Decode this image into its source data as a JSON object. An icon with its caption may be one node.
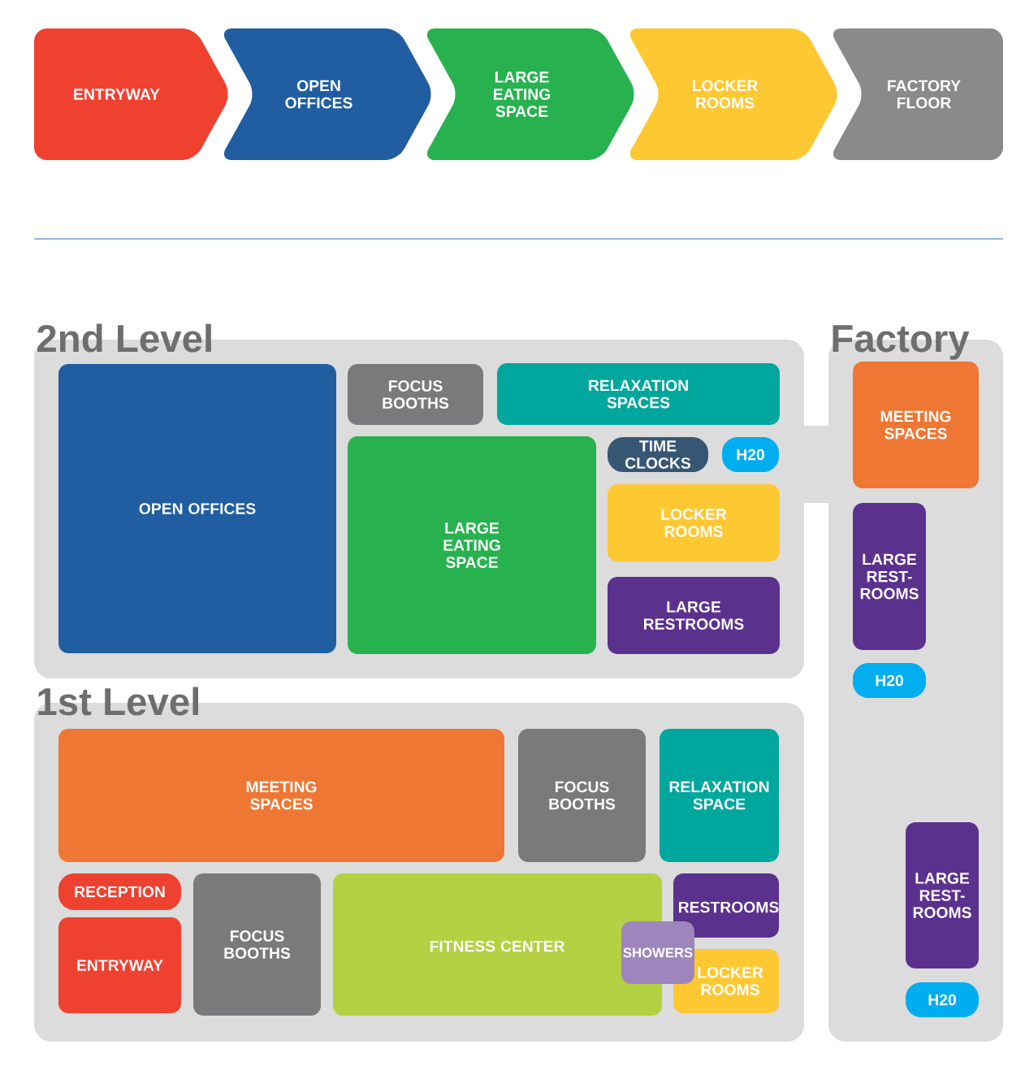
{
  "diagram": {
    "nodes": [
      {
        "text": [
          "ENTRYWAY"
        ]
      },
      {
        "text": [
          "OPEN OFFICES"
        ]
      },
      {
        "text": [
          "LARGE EATING SPACE"
        ]
      },
      {
        "text": [
          "LOCKER ROOMS"
        ]
      },
      {
        "text": [
          "FACTORY FLOOR"
        ]
      },
      {
        "text": [
          "2nd Level"
        ]
      },
      {
        "text": [
          "OPEN OFFICES"
        ],
        "in": 5
      },
      {
        "text": [
          "FOCUS BOOTHS"
        ],
        "in": 5
      },
      {
        "text": [
          "RELAXATION SPACES"
        ],
        "in": 5
      },
      {
        "text": [
          "LARGE EATING SPACE"
        ],
        "in": 5
      },
      {
        "text": [
          "TIME CLOCKS"
        ],
        "in": 5
      },
      {
        "text": [
          "H20"
        ],
        "in": 5
      },
      {
        "text": [
          "LOCKER ROOMS"
        ],
        "in": 5
      },
      {
        "text": [
          "LARGE RESTROOMS"
        ],
        "in": 5
      },
      {
        "text": [
          "Factory"
        ]
      },
      {
        "text": [
          "MEETING SPACES"
        ],
        "in": 14
      },
      {
        "text": [
          "LARGE REST- ROOMS"
        ],
        "in": 14
      },
      {
        "text": [
          "H20"
        ],
        "in": 14
      },
      {
        "text": [
          "1st Level"
        ]
      },
      {
        "text": [
          "MEETING SPACES"
        ],
        "in": 18
      },
      {
        "text": [
          "FOCUS BOOTHS"
        ],
        "in": 18
      },
      {
        "text": [
          "RELAXATION SPACE"
        ],
        "in": 18
      },
      {
        "text": [
          "RECEPTION"
        ],
        "in": 18
      },
      {
        "text": [
          "ENTRYWAY"
        ],
        "in": 18
      },
      {
        "text": [
          "FOCUS BOOTHS"
        ],
        "in": 18
      },
      {
        "text": [
          "FITNESS CENTER"
        ],
        "in": 18
      },
      {
        "text": [
          "RESTROOMS"
        ],
        "in": 18
      },
      {
        "text": [
          "SHOWERS"
        ],
        "in": 18
      },
      {
        "text": [
          "LOCKER ROOMS"
        ],
        "in": 18
      },
      {
        "text": [
          "LARGE REST- ROOMS"
        ],
        "in": 14
      },
      {
        "text": [
          "H20"
        ],
        "in": 14
      }
    ]
  }
}
